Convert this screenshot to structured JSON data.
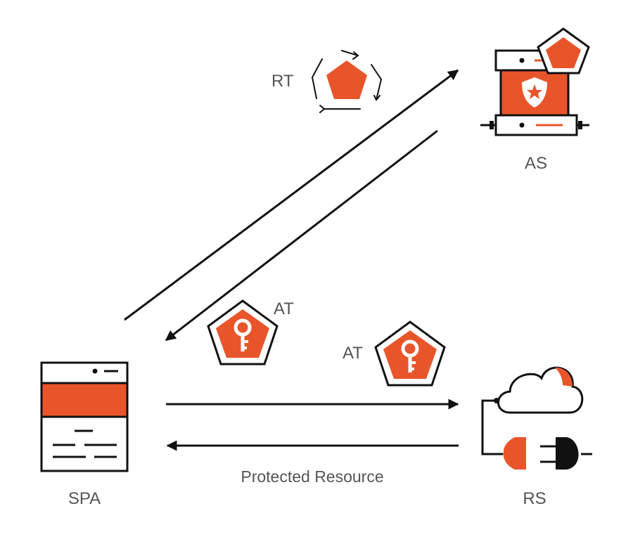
{
  "colors": {
    "accent": "#e9552a",
    "ink": "#111111",
    "label": "#555555"
  },
  "labels": {
    "rt": "RT",
    "as": "AS",
    "at_top": "AT",
    "at_bottom": "AT",
    "protected_resource": "Protected Resource",
    "spa": "SPA",
    "rs": "RS"
  },
  "icons": {
    "refresh_token": "pentagon-refresh-icon",
    "auth_server": "server-with-badge-icon",
    "access_token": "pentagon-key-icon",
    "browser_app": "browser-window-icon",
    "resource_server": "cloud-plug-icon"
  }
}
